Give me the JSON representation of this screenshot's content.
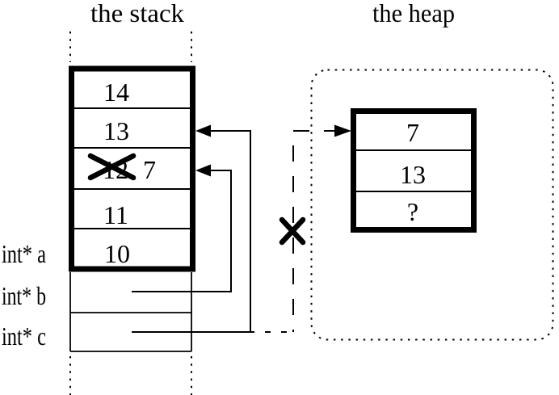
{
  "page": {
    "colors": {
      "ink": "#000000",
      "background": "#ffffff"
    }
  },
  "titles": {
    "stack": "the stack",
    "heap": "the heap"
  },
  "stack": {
    "rows": [
      {
        "value": "14"
      },
      {
        "value": "13"
      },
      {
        "old_value": "12",
        "new_value": "7",
        "crossed_out": true
      },
      {
        "value": "11"
      },
      {
        "value": "10"
      }
    ],
    "variable_labels": [
      {
        "label": "int* a"
      },
      {
        "label": "int* b"
      },
      {
        "label": "int* c"
      }
    ]
  },
  "heap": {
    "cells": [
      {
        "value": "7"
      },
      {
        "value": "13"
      },
      {
        "value": "?"
      }
    ]
  },
  "icons": {
    "cross_x": "✕",
    "arrowhead_left": "◀",
    "arrowhead_right": "▶"
  }
}
